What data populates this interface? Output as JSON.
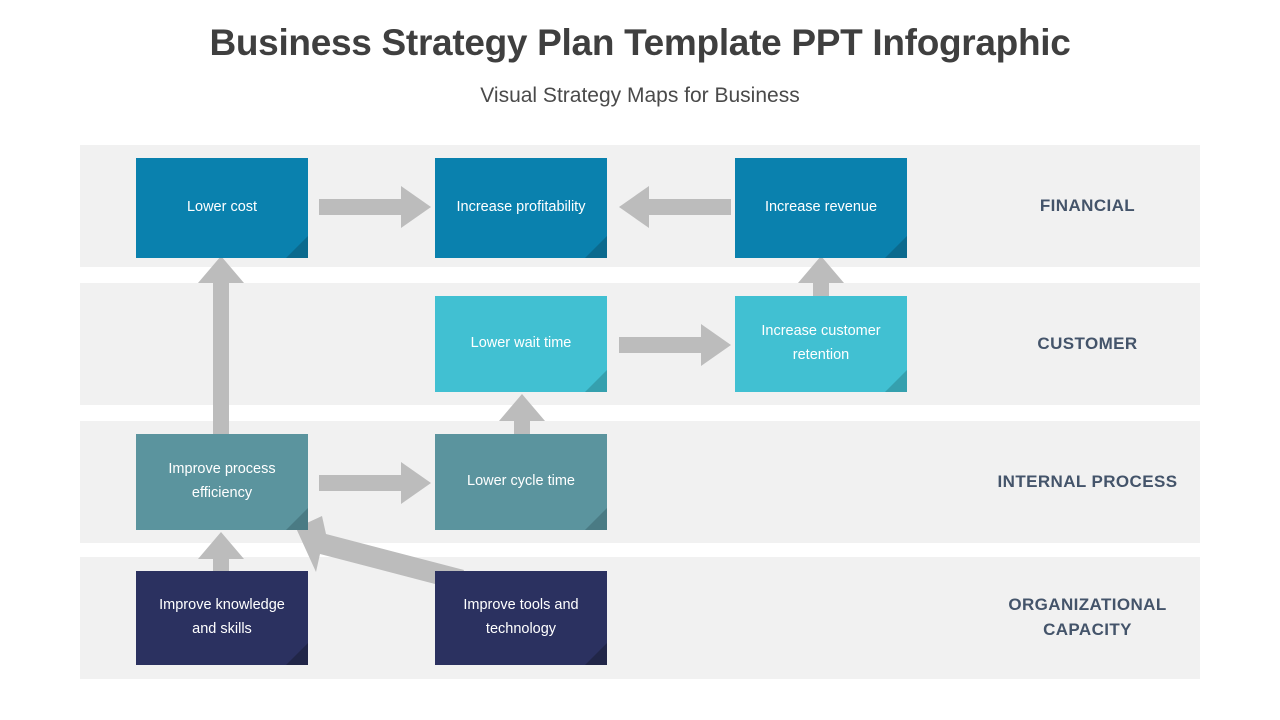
{
  "header": {
    "title": "Business Strategy Plan Template PPT Infographic",
    "subtitle": "Visual Strategy Maps for Business"
  },
  "colors": {
    "band": "#f1f1f1",
    "arrow": "#bcbcbc",
    "label_text": "#44546a",
    "title_text": "#3f3f3f",
    "financial": "#0a81ae",
    "financial_fold": "#0b6a8e",
    "customer": "#41c0d2",
    "customer_fold": "#35a0ae",
    "internal": "#5b949e",
    "internal_fold": "#4a7b84",
    "organizational": "#2b3160",
    "organizational_fold": "#212648"
  },
  "perspectives": [
    {
      "id": "financial",
      "label": "FINANCIAL",
      "boxes": [
        {
          "id": "lower-cost",
          "text": "Lower cost"
        },
        {
          "id": "increase-profitability",
          "text": "Increase profitability"
        },
        {
          "id": "increase-revenue",
          "text": "Increase revenue"
        }
      ]
    },
    {
      "id": "customer",
      "label": "CUSTOMER",
      "boxes": [
        {
          "id": "lower-wait-time",
          "text": "Lower wait time"
        },
        {
          "id": "increase-customer-retention",
          "text": "Increase customer retention"
        }
      ]
    },
    {
      "id": "internal-process",
      "label": "INTERNAL PROCESS",
      "boxes": [
        {
          "id": "improve-process-efficiency",
          "text": "Improve process efficiency"
        },
        {
          "id": "lower-cycle-time",
          "text": "Lower cycle time"
        }
      ]
    },
    {
      "id": "organizational-capacity",
      "label": "ORGANIZATIONAL CAPACITY",
      "boxes": [
        {
          "id": "improve-knowledge-and-skills",
          "text": "Improve knowledge and skills"
        },
        {
          "id": "improve-tools-and-technology",
          "text": "Improve tools and technology"
        }
      ]
    }
  ],
  "connections": [
    {
      "id": "lower-cost-to-increase-profitability",
      "direction": "right"
    },
    {
      "id": "increase-revenue-to-increase-profitability",
      "direction": "left"
    },
    {
      "id": "lower-wait-time-to-increase-customer-retention",
      "direction": "right"
    },
    {
      "id": "improve-process-efficiency-to-lower-cycle-time",
      "direction": "right"
    },
    {
      "id": "improve-process-efficiency-to-lower-cost",
      "direction": "up"
    },
    {
      "id": "lower-cycle-time-to-lower-wait-time",
      "direction": "up"
    },
    {
      "id": "increase-customer-retention-to-increase-revenue",
      "direction": "up"
    },
    {
      "id": "improve-knowledge-and-skills-to-improve-process-efficiency",
      "direction": "up"
    },
    {
      "id": "improve-tools-and-technology-to-improve-process-efficiency",
      "direction": "diagonal-up-left"
    }
  ]
}
